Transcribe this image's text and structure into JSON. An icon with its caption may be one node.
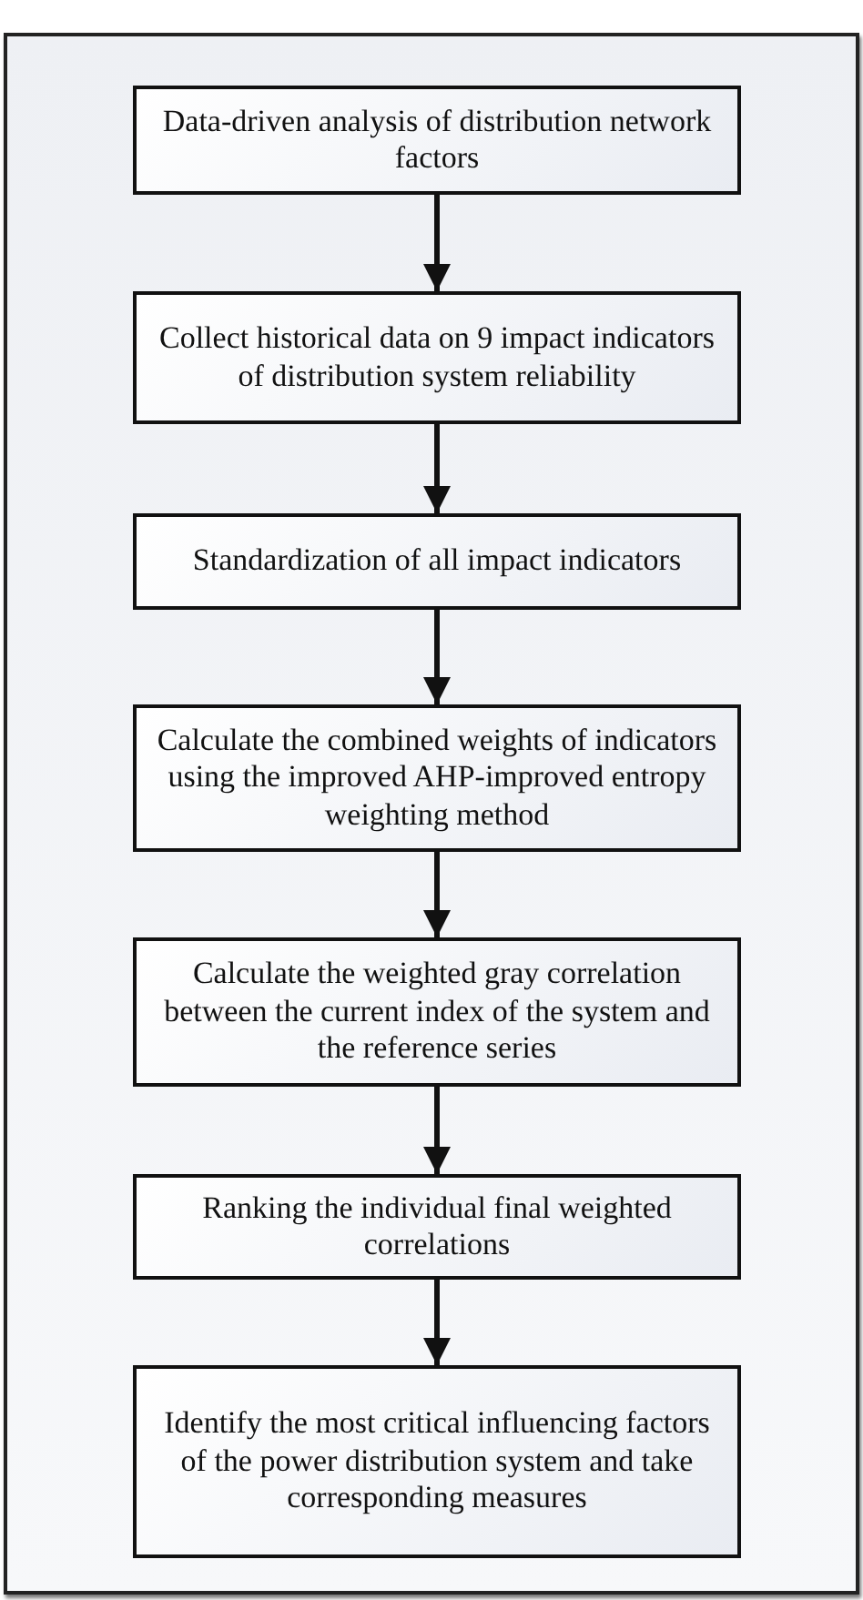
{
  "diagram": {
    "nodes": [
      {
        "text": [],
        "shape": "box"
      },
      {
        "text": [
          "Data-driven analysis of distribution network factors"
        ],
        "in": 0
      },
      {
        "text": [
          "Collect historical data on 9 impact indicators of distribution system reliability"
        ],
        "in": 0
      },
      {
        "text": [
          "Standardization of all impact indicators"
        ],
        "in": 0
      },
      {
        "text": [
          "Calculate the combined weights of indicators using the improved AHP-improved entropy weighting method"
        ],
        "in": 0
      },
      {
        "text": [
          "Calculate the weighted gray correlation between the current index of the system and the reference series"
        ],
        "in": 0
      },
      {
        "text": [
          "Ranking the individual final weighted correlations"
        ],
        "in": 0
      },
      {
        "text": [
          "Identify the most critical influencing factors of the power distribution system and take corresponding measures"
        ],
        "in": 0
      }
    ],
    "edges": [
      {
        "from": 1,
        "to": 2,
        "arrow": "to"
      },
      {
        "from": 2,
        "to": 3,
        "arrow": "to"
      },
      {
        "from": 3,
        "to": 4,
        "arrow": "to"
      },
      {
        "from": 4,
        "to": 5,
        "arrow": "to"
      },
      {
        "from": 5,
        "to": 6,
        "arrow": "to"
      },
      {
        "from": 6,
        "to": 7,
        "arrow": "to"
      }
    ]
  }
}
